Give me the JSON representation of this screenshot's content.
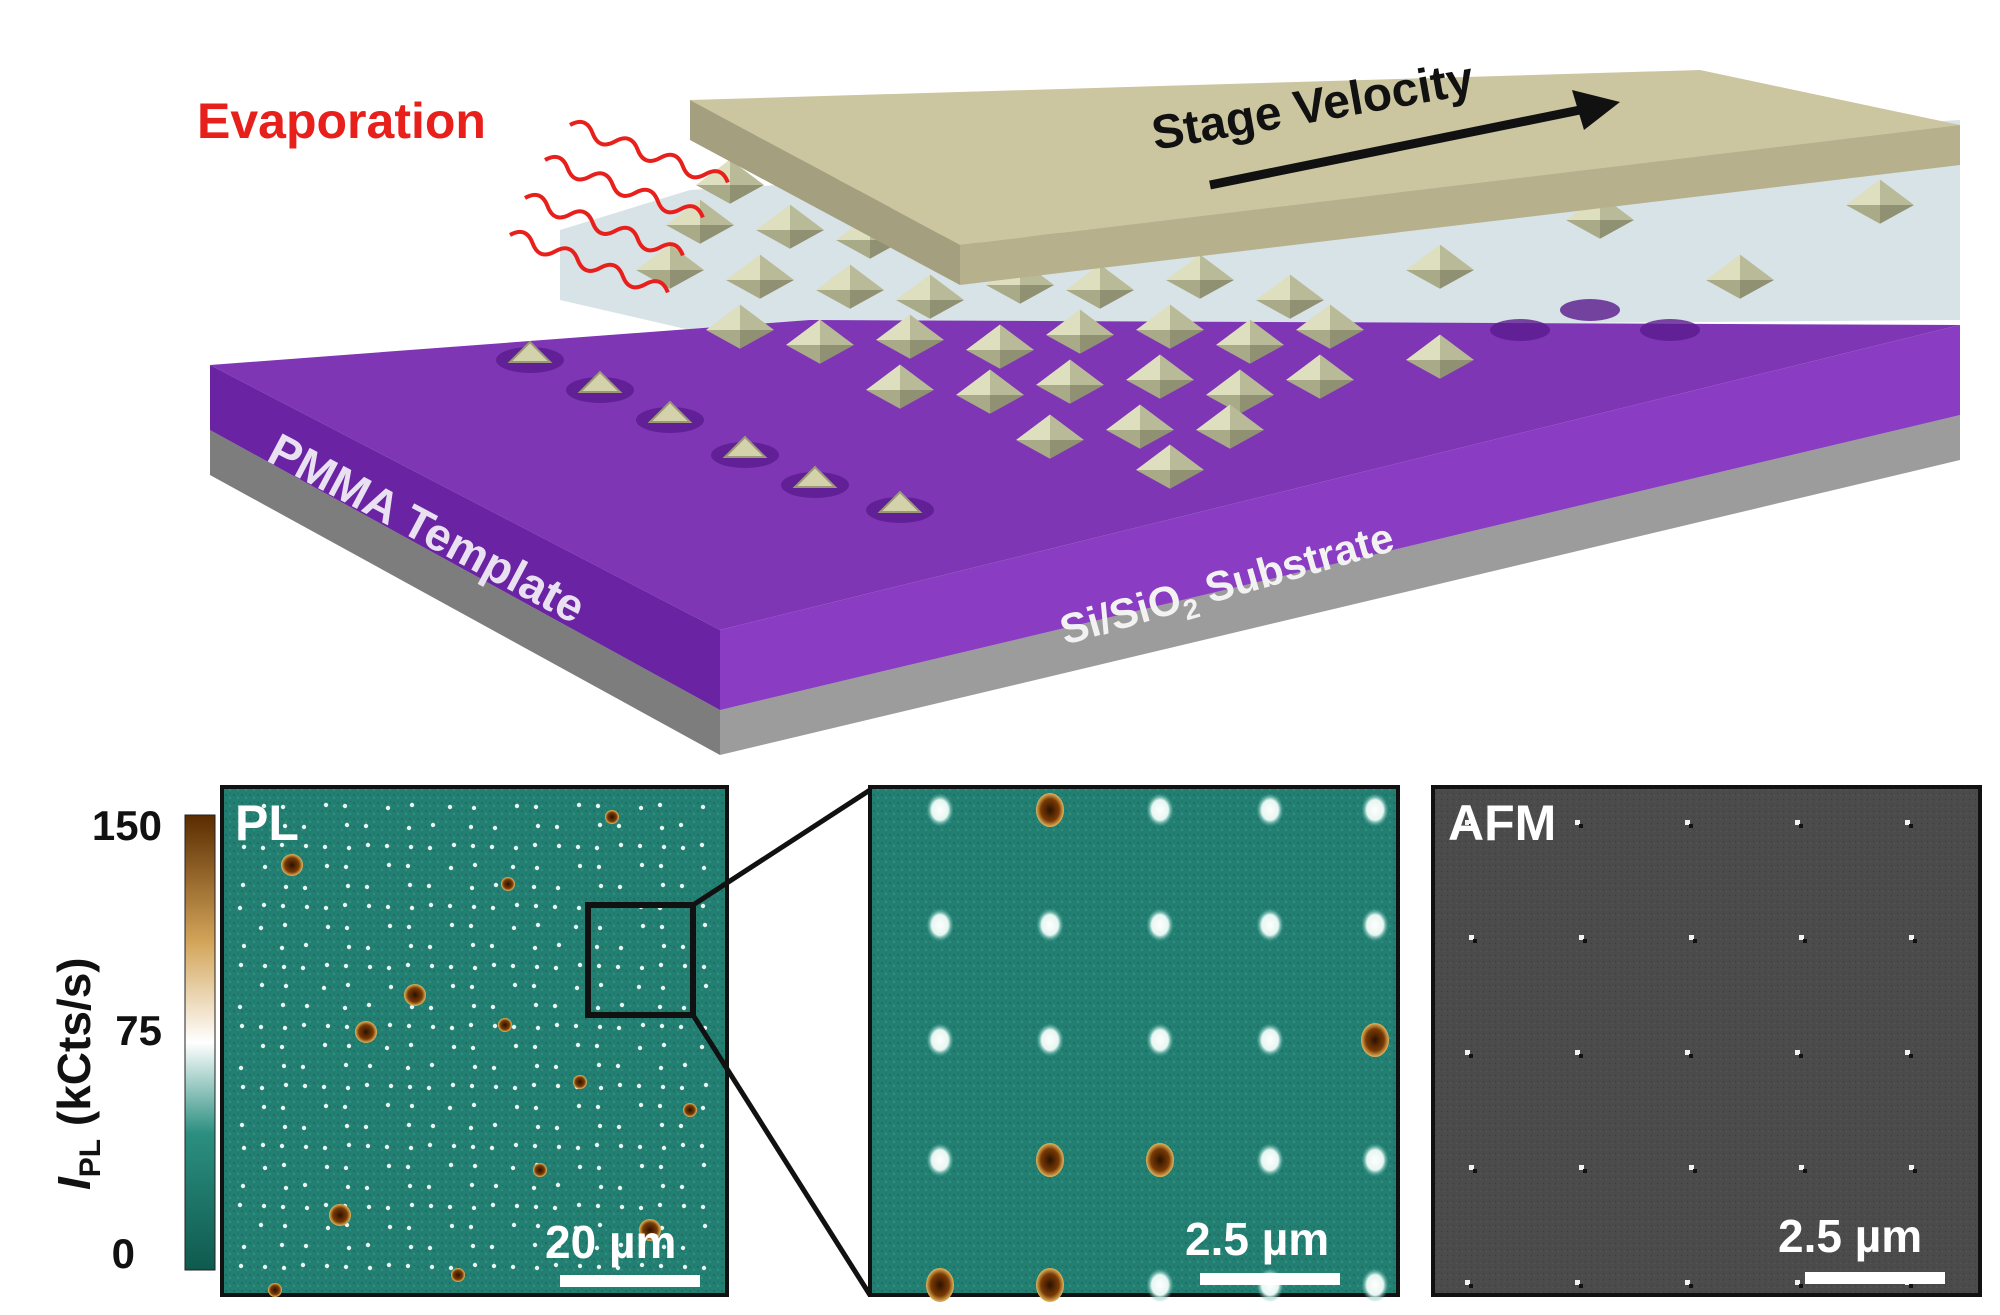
{
  "schematic": {
    "evaporation_label": "Evaporation",
    "stage_velocity_label": "Stage Velocity",
    "template_label": "PMMA Template",
    "substrate_label_a": "Si/SiO",
    "substrate_label_sub": "2",
    "substrate_label_b": " Substrate"
  },
  "colorbar": {
    "ylabel_main": "I",
    "ylabel_sub": "PL",
    "ylabel_units": " (kCts/s)",
    "ticks": [
      "150",
      "75",
      "0"
    ],
    "max": 150,
    "mid": 75,
    "min": 0
  },
  "panels": {
    "pl_title": "PL",
    "pl_scale": "20 µm",
    "zoom_scale": "2.5 µm",
    "afm_title": "AFM",
    "afm_scale": "2.5 µm"
  },
  "colors": {
    "pmma": "#7a2fb0",
    "substrate": "#8c8c8c",
    "stage": "#c8c29a",
    "crystal": "#c7c9a8",
    "evaporation": "#e8201c",
    "pl_background": "#227f72",
    "pl_hot": "#6b3200",
    "afm_background": "#4a4a4a"
  }
}
